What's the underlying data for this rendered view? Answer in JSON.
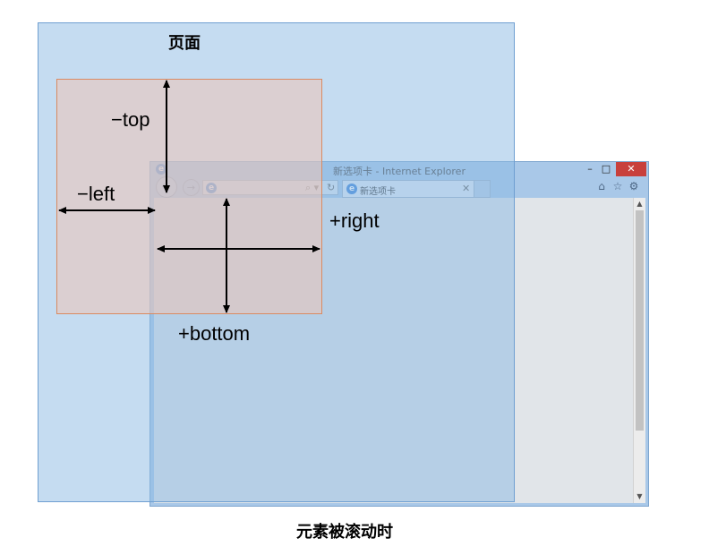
{
  "browser": {
    "title": "新选项卡 - Internet Explorer",
    "controls": {
      "minimize": "–",
      "maximize": "□",
      "close": "✕"
    },
    "nav": {
      "back": "←",
      "forward": "→"
    },
    "address": {
      "search_icon": "⌕ ▾",
      "refresh_icon": "↻"
    },
    "tab": {
      "label": "新选项卡",
      "close": "✕"
    },
    "toolbar_icons": {
      "home": "⌂",
      "favorites": "☆",
      "settings": "⚙"
    },
    "scrollbar": {
      "up": "▲",
      "down": "▼"
    }
  },
  "diagram": {
    "page_label": "页面",
    "top_label": "−top",
    "left_label": "−left",
    "right_label": "+right",
    "bottom_label": "+bottom",
    "caption": "元素被滚动时"
  },
  "colors": {
    "page_fill": "#8cb9e4",
    "element_fill": "#ecc4b6",
    "element_border": "#d98a62",
    "close_button": "#c8403c"
  }
}
